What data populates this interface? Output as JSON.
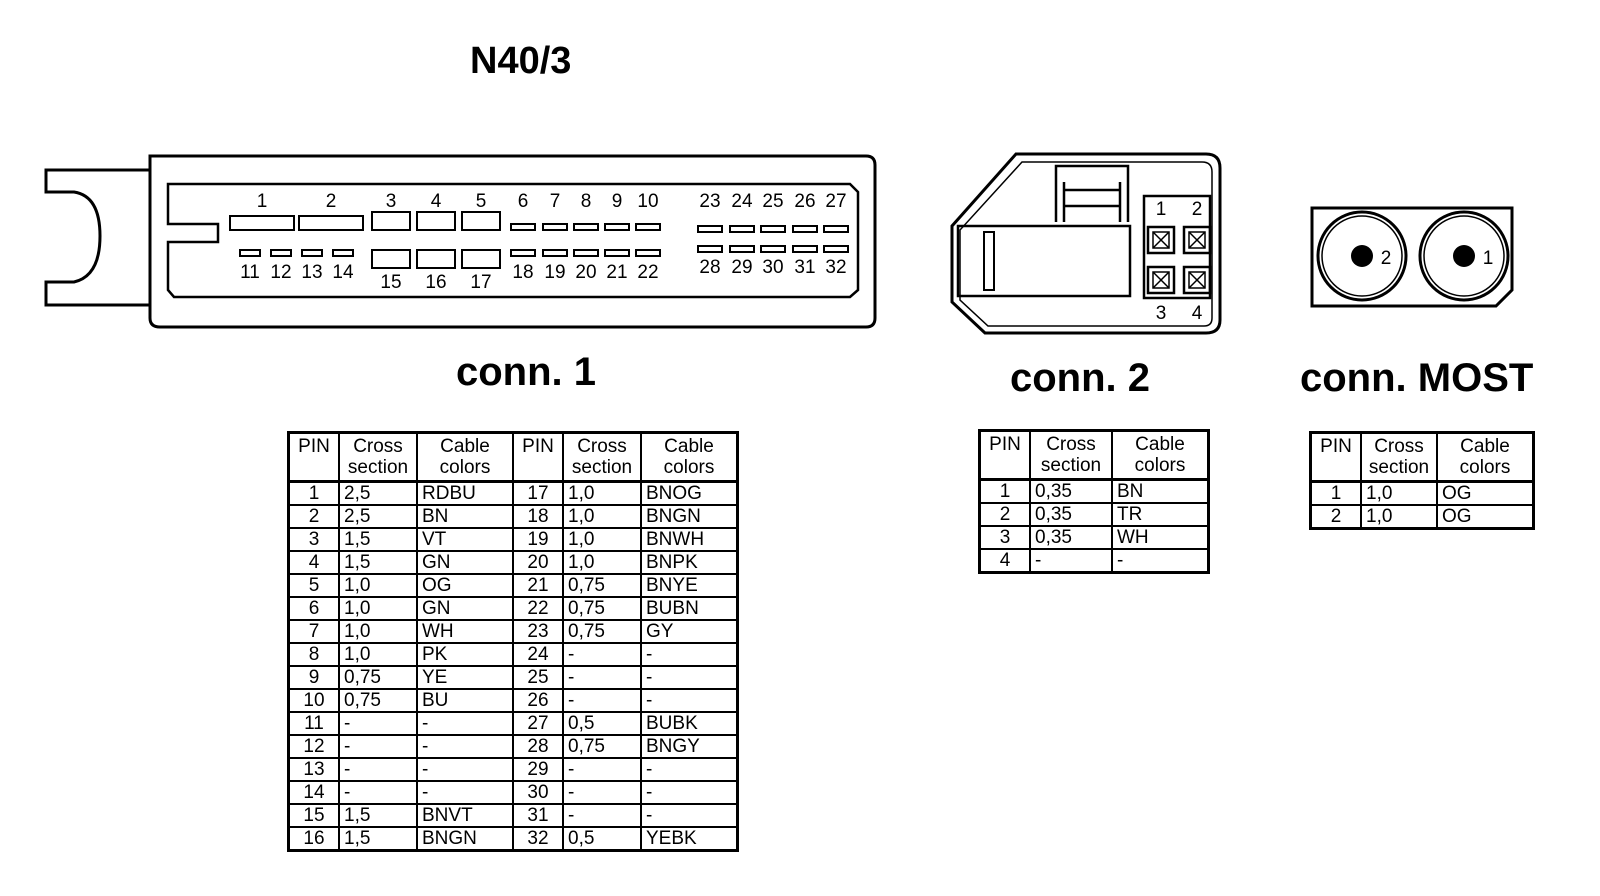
{
  "title": "N40/3",
  "connectors": {
    "conn1": {
      "label": "conn. 1",
      "top_pins": [
        "1",
        "2",
        "3",
        "4",
        "5",
        "6",
        "7",
        "8",
        "9",
        "10",
        "23",
        "24",
        "25",
        "26",
        "27"
      ],
      "bottom_pins": [
        "11",
        "12",
        "13",
        "14",
        "15",
        "16",
        "17",
        "18",
        "19",
        "20",
        "21",
        "22",
        "28",
        "29",
        "30",
        "31",
        "32"
      ]
    },
    "conn2": {
      "label": "conn. 2",
      "pins": [
        "1",
        "2",
        "3",
        "4"
      ]
    },
    "most": {
      "label": "conn. MOST",
      "pins": [
        "2",
        "1"
      ]
    }
  },
  "tables": {
    "headers": {
      "pin": "PIN",
      "cross_section": [
        "Cross",
        "section"
      ],
      "cable_colors": [
        "Cable",
        "colors"
      ]
    },
    "conn1_rows": [
      {
        "l": [
          "1",
          "2,5",
          "RDBU"
        ],
        "r": [
          "17",
          "1,0",
          "BNOG"
        ]
      },
      {
        "l": [
          "2",
          "2,5",
          "BN"
        ],
        "r": [
          "18",
          "1,0",
          "BNGN"
        ]
      },
      {
        "l": [
          "3",
          "1,5",
          "VT"
        ],
        "r": [
          "19",
          "1,0",
          "BNWH"
        ]
      },
      {
        "l": [
          "4",
          "1,5",
          "GN"
        ],
        "r": [
          "20",
          "1,0",
          "BNPK"
        ]
      },
      {
        "l": [
          "5",
          "1,0",
          "OG"
        ],
        "r": [
          "21",
          "0,75",
          "BNYE"
        ]
      },
      {
        "l": [
          "6",
          "1,0",
          "GN"
        ],
        "r": [
          "22",
          "0,75",
          "BUBN"
        ]
      },
      {
        "l": [
          "7",
          "1,0",
          "WH"
        ],
        "r": [
          "23",
          "0,75",
          "GY"
        ]
      },
      {
        "l": [
          "8",
          "1,0",
          "PK"
        ],
        "r": [
          "24",
          "-",
          "-"
        ]
      },
      {
        "l": [
          "9",
          "0,75",
          "YE"
        ],
        "r": [
          "25",
          "-",
          "-"
        ]
      },
      {
        "l": [
          "10",
          "0,75",
          "BU"
        ],
        "r": [
          "26",
          "-",
          "-"
        ]
      },
      {
        "l": [
          "11",
          "-",
          "-"
        ],
        "r": [
          "27",
          "0,5",
          "BUBK"
        ]
      },
      {
        "l": [
          "12",
          "-",
          "-"
        ],
        "r": [
          "28",
          "0,75",
          "BNGY"
        ]
      },
      {
        "l": [
          "13",
          "-",
          "-"
        ],
        "r": [
          "29",
          "-",
          "-"
        ]
      },
      {
        "l": [
          "14",
          "-",
          "-"
        ],
        "r": [
          "30",
          "-",
          "-"
        ]
      },
      {
        "l": [
          "15",
          "1,5",
          "BNVT"
        ],
        "r": [
          "31",
          "-",
          "-"
        ]
      },
      {
        "l": [
          "16",
          "1,5",
          "BNGN"
        ],
        "r": [
          "32",
          "0,5",
          "YEBK"
        ]
      }
    ],
    "conn2_rows": [
      [
        "1",
        "0,35",
        "BN"
      ],
      [
        "2",
        "0,35",
        "TR"
      ],
      [
        "3",
        "0,35",
        "WH"
      ],
      [
        "4",
        "-",
        "-"
      ]
    ],
    "most_rows": [
      [
        "1",
        "1,0",
        "OG"
      ],
      [
        "2",
        "1,0",
        "OG"
      ]
    ]
  }
}
